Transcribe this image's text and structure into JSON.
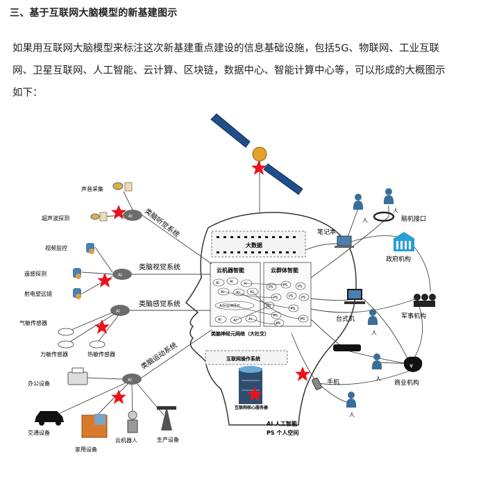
{
  "section_heading": "三、基于互联网大脑模型的新基建图示",
  "paragraph_lines": [
    "如果用互联网大脑模型来标注这次新基建重点建设的信息基础设施，包括5G、物联网、工业互联",
    "网、卫星互联网、人工智能、云计算、区块链，数据中心、智能计算中心等，可以形成的大概图示",
    "如下："
  ],
  "figure": {
    "brain_sections": {
      "big_data": "大数据",
      "cloud_machine_intelligence": "云机器智能",
      "cloud_swarm_intelligence": "云群体智能",
      "ai_giant_neuron": "AI巨型神经元",
      "neural_network": "类脑神经元网络（大社交）",
      "os": "互联网操作系统",
      "core_server": "互联网核心服务器"
    },
    "node_labels": {
      "ai": "AI",
      "ps": "PS"
    },
    "systems": {
      "auditory": "类脑听觉系统",
      "visual": "类脑视觉系统",
      "sensory": "类脑感觉系统",
      "motor": "类脑运动系统"
    },
    "devices": {
      "sound_capture": "声音采集",
      "ultrasonic": "超声波探测",
      "video": "视频监控",
      "remote_sensing": "遥感探测",
      "telescope": "射电望远镜",
      "gas_sensor": "气敏传感器",
      "force_sensor": "力敏传感器",
      "heat_sensor": "热敏传感器",
      "office": "办公设备",
      "traffic": "交通设备",
      "home": "家用设备",
      "robot": "云机器人",
      "production": "生产设备"
    },
    "right_side": {
      "person_top1": "人",
      "person_top2": "人",
      "bci": "脑机接口",
      "laptop": "笔记本",
      "gov": "政府机构",
      "desktop": "台式机",
      "military": "军事机构",
      "phone": "手机",
      "person_mid": "人",
      "person_right": "人",
      "person_bottom": "人",
      "commerce": "商业机构"
    },
    "legend": {
      "ai_line": "AI  人工智能",
      "ps_line": "PS  个人空间"
    },
    "colors": {
      "star": "#e8141c",
      "ai_node": "#6c6c6c",
      "person": "#3a6f9a",
      "building": "#2a9fd6",
      "panel": "#f5f5f5"
    }
  }
}
